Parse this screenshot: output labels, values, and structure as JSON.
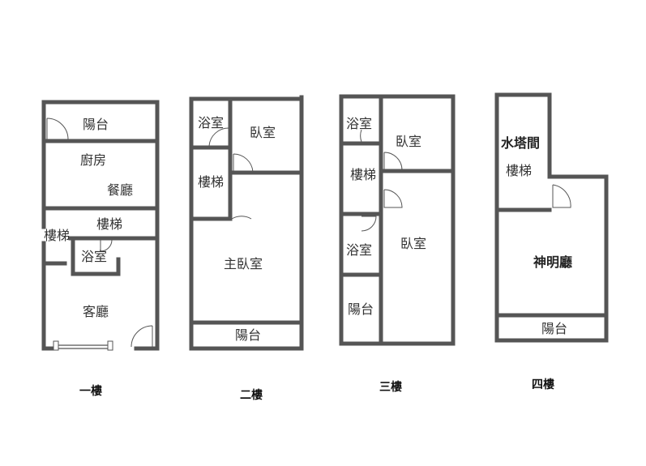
{
  "floors": {
    "f1": {
      "caption": "一樓",
      "rooms": {
        "balcony": "陽台",
        "kitchen": "廚房",
        "dining": "餐廳",
        "stairs_a": "樓梯",
        "stairs_b": "樓梯",
        "bath": "浴室",
        "living": "客廳"
      }
    },
    "f2": {
      "caption": "二樓",
      "rooms": {
        "bath": "浴室",
        "bedroom": "臥室",
        "stairs": "樓梯",
        "master": "主臥室",
        "balcony": "陽台"
      }
    },
    "f3": {
      "caption": "三樓",
      "rooms": {
        "bath_a": "浴室",
        "bedroom_a": "臥室",
        "stairs": "樓梯",
        "bath_b": "浴室",
        "bedroom_b": "臥室",
        "balcony": "陽台"
      }
    },
    "f4": {
      "caption": "四樓",
      "rooms": {
        "water_tank": "水塔間",
        "stairs": "樓梯",
        "shrine": "神明廳",
        "balcony": "陽台"
      }
    }
  }
}
